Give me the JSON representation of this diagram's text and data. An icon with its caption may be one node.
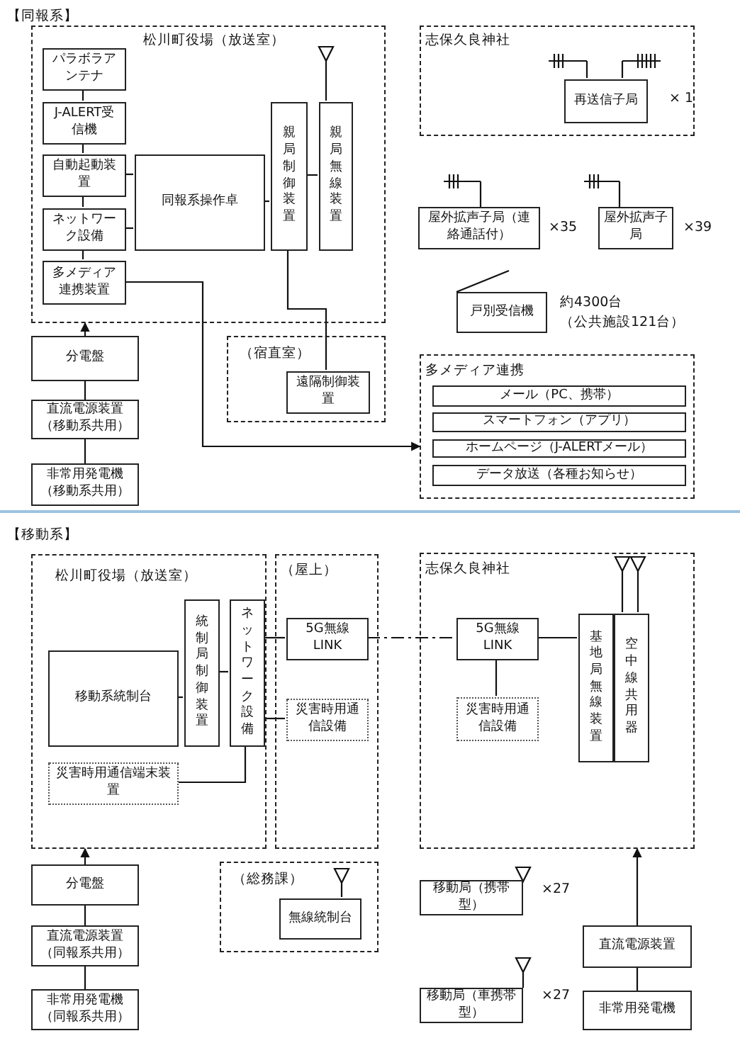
{
  "diagram": {
    "nodes": [
      {
        "text": [
          "松川町役場（放送室）"
        ]
      },
      {
        "text": [
          "パラボラアンテナ"
        ],
        "in": 0
      },
      {
        "text": [
          "J-ALERT受信機"
        ],
        "in": 0
      },
      {
        "text": [
          "自動起動装置"
        ],
        "in": 0
      },
      {
        "text": [
          "ネットワーク設備"
        ],
        "in": 0
      },
      {
        "text": [
          "多メディア連携装置"
        ],
        "in": 0
      },
      {
        "text": [
          "同報系操作卓"
        ],
        "in": 0
      },
      {
        "text": [
          "親局制御装置"
        ],
        "in": 0
      },
      {
        "text": [
          "親局無線装置"
        ],
        "in": 0
      },
      {
        "text": [
          "志保久良神社"
        ]
      },
      {
        "text": [
          "再送信子局"
        ],
        "in": 9,
        "beside": [
          "× 1"
        ]
      },
      {
        "text": [
          "屋外拡声子局（連絡通話付）"
        ],
        "beside": [
          "×35"
        ]
      },
      {
        "text": [
          "屋外拡声子局"
        ],
        "beside": [
          "×39"
        ]
      },
      {
        "text": [
          "戸別受信機"
        ],
        "beside": [
          "約4300台（公共施設121台）"
        ]
      },
      {
        "text": [
          "多メディア連携"
        ]
      },
      {
        "text": [
          "メール（PC、携帯）"
        ],
        "in": 14
      },
      {
        "text": [
          "スマートフォン（アプリ）"
        ],
        "in": 14
      },
      {
        "text": [
          "ホームページ（J-ALERTメール）"
        ],
        "in": 14
      },
      {
        "text": [
          "データ放送（各種お知らせ）"
        ],
        "in": 14
      },
      {
        "text": [
          "分電盤"
        ]
      },
      {
        "text": [
          "直流電源装置（移動系共用）"
        ]
      },
      {
        "text": [
          "非常用発電機（移動系共用）"
        ]
      },
      {
        "text": [
          "（宿直室）"
        ]
      },
      {
        "text": [
          "遠隔制御装置"
        ],
        "in": 22
      },
      {
        "text": [
          "松川町役場（放送室）"
        ]
      },
      {
        "text": [
          "統制局制御装置"
        ],
        "in": 24
      },
      {
        "text": [
          "ネットワーク設備"
        ],
        "in": 24
      },
      {
        "text": [
          "移動系統制台"
        ],
        "in": 24
      },
      {
        "text": [
          "災害時用通信端末装置"
        ],
        "in": 24
      },
      {
        "text": [
          "（屋上）"
        ]
      },
      {
        "text": [
          "5G無線LINK"
        ],
        "in": 29
      },
      {
        "text": [
          "災害時用通信設備"
        ],
        "in": 29
      },
      {
        "text": [
          "志保久良神社"
        ]
      },
      {
        "text": [
          "5G無線LINK"
        ],
        "in": 32
      },
      {
        "text": [
          "災害時用通信設備"
        ],
        "in": 32
      },
      {
        "text": [
          "基地局無線装置"
        ],
        "in": 32
      },
      {
        "text": [
          "空中線共用器"
        ],
        "in": 32
      },
      {
        "text": [
          "分電盤"
        ]
      },
      {
        "text": [
          "直流電源装置（同報系共用）"
        ]
      },
      {
        "text": [
          "非常用発電機（同報系共用）"
        ]
      },
      {
        "text": [
          "（総務課）"
        ]
      },
      {
        "text": [
          "無線統制台"
        ],
        "in": 40
      },
      {
        "text": [
          "移動局（携帯型）"
        ],
        "beside": [
          "×27"
        ]
      },
      {
        "text": [
          "移動局（車携帯型）"
        ],
        "beside": [
          "×27"
        ]
      },
      {
        "text": [
          "直流電源装置"
        ]
      },
      {
        "text": [
          "非常用発電機"
        ]
      }
    ],
    "edges": [
      {
        "from": 1,
        "to": 2,
        "arrow": "none"
      },
      {
        "from": 2,
        "to": 3,
        "arrow": "none"
      },
      {
        "from": 3,
        "to": 4,
        "arrow": "none"
      },
      {
        "from": 4,
        "to": 5,
        "arrow": "none"
      },
      {
        "from": 3,
        "to": 6,
        "arrow": "none"
      },
      {
        "from": 4,
        "to": 6,
        "arrow": "none"
      },
      {
        "from": 6,
        "to": 7,
        "arrow": "none"
      },
      {
        "from": 7,
        "to": 8,
        "arrow": "none"
      },
      {
        "from": 7,
        "to": 23,
        "arrow": "none"
      },
      {
        "from": 5,
        "to": 14,
        "arrow": "to"
      },
      {
        "from": 19,
        "to": 0,
        "arrow": "to"
      },
      {
        "from": 20,
        "to": 19,
        "arrow": "none"
      },
      {
        "from": 21,
        "to": 20,
        "arrow": "none"
      },
      {
        "from": 27,
        "to": 25,
        "arrow": "none"
      },
      {
        "from": 25,
        "to": 26,
        "arrow": "none"
      },
      {
        "from": 26,
        "to": 30,
        "arrow": "none"
      },
      {
        "from": 26,
        "to": 31,
        "arrow": "none"
      },
      {
        "from": 26,
        "to": 28,
        "arrow": "none"
      },
      {
        "from": 30,
        "to": 33,
        "arrow": "none",
        "style": "dashed"
      },
      {
        "from": 33,
        "to": 35,
        "arrow": "none"
      },
      {
        "from": 33,
        "to": 34,
        "arrow": "none"
      },
      {
        "from": 37,
        "to": 24,
        "arrow": "to"
      },
      {
        "from": 38,
        "to": 37,
        "arrow": "none"
      },
      {
        "from": 39,
        "to": 38,
        "arrow": "none"
      },
      {
        "from": 44,
        "to": 32,
        "arrow": "to"
      },
      {
        "from": 45,
        "to": 44,
        "arrow": "none"
      }
    ],
    "labels": [
      "【同報系】",
      "【移動系】"
    ]
  }
}
